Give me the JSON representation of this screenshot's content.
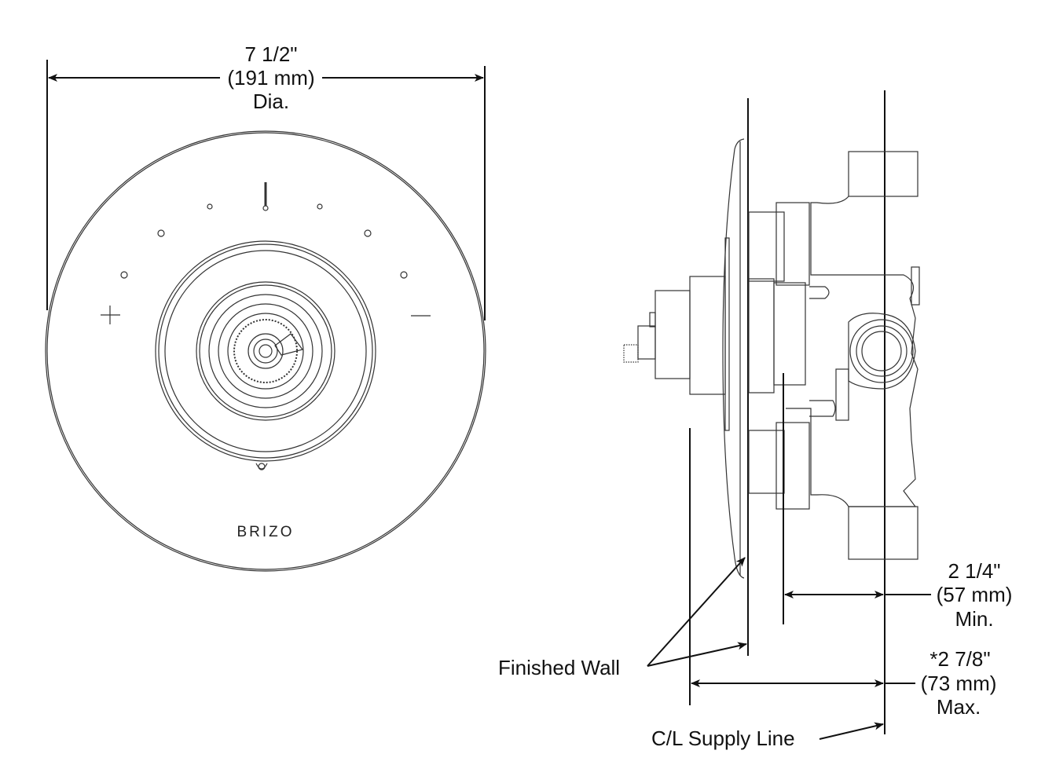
{
  "front_view": {
    "diameter_imperial": "7 1/2\"",
    "diameter_metric": "(191 mm)",
    "diameter_suffix": "Dia.",
    "brand": "BRIZO",
    "plus_symbol": "+",
    "minus_symbol": "—"
  },
  "side_view": {
    "min_depth_imperial": "2 1/4\"",
    "min_depth_metric": "(57 mm)",
    "min_label": "Min.",
    "max_depth_imperial": "*2 7/8\"",
    "max_depth_metric": "(73 mm)",
    "max_label": "Max.",
    "finished_wall_label": "Finished Wall",
    "supply_line_label": "C/L Supply Line"
  }
}
